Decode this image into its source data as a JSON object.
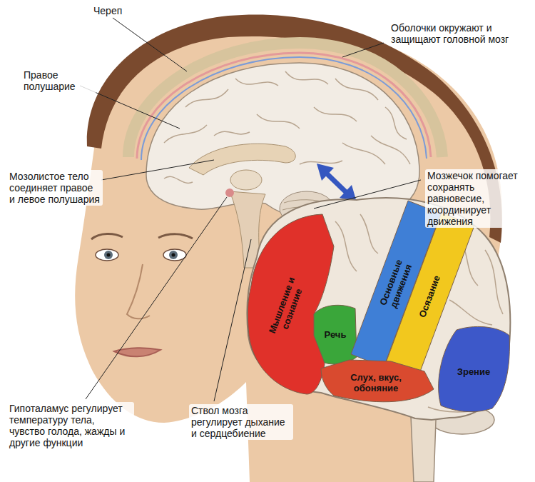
{
  "diagram": {
    "nodes": [
      {
        "text": [
          "Мышление и сознание"
        ]
      },
      {
        "text": [
          "Речь"
        ]
      },
      {
        "text": [
          "Основные движения"
        ]
      },
      {
        "text": [
          "Осязание"
        ]
      },
      {
        "text": [
          "Слух, вкус, обоняние"
        ]
      },
      {
        "text": [
          "Зрение"
        ]
      }
    ],
    "labels": [
      "Череп",
      "Оболочки окружают и защищают головной мозг",
      "Правое полушарие",
      "Мозолистое тело соединяет правое и левое полушария",
      "Мозжечок помогает сохранять равновесие, координирует движения",
      "Гипоталамус регулирует температуру тела, чувство голода, жажды и другие функции",
      "Ствол мозга регулирует дыхание и сердцебиение"
    ]
  }
}
